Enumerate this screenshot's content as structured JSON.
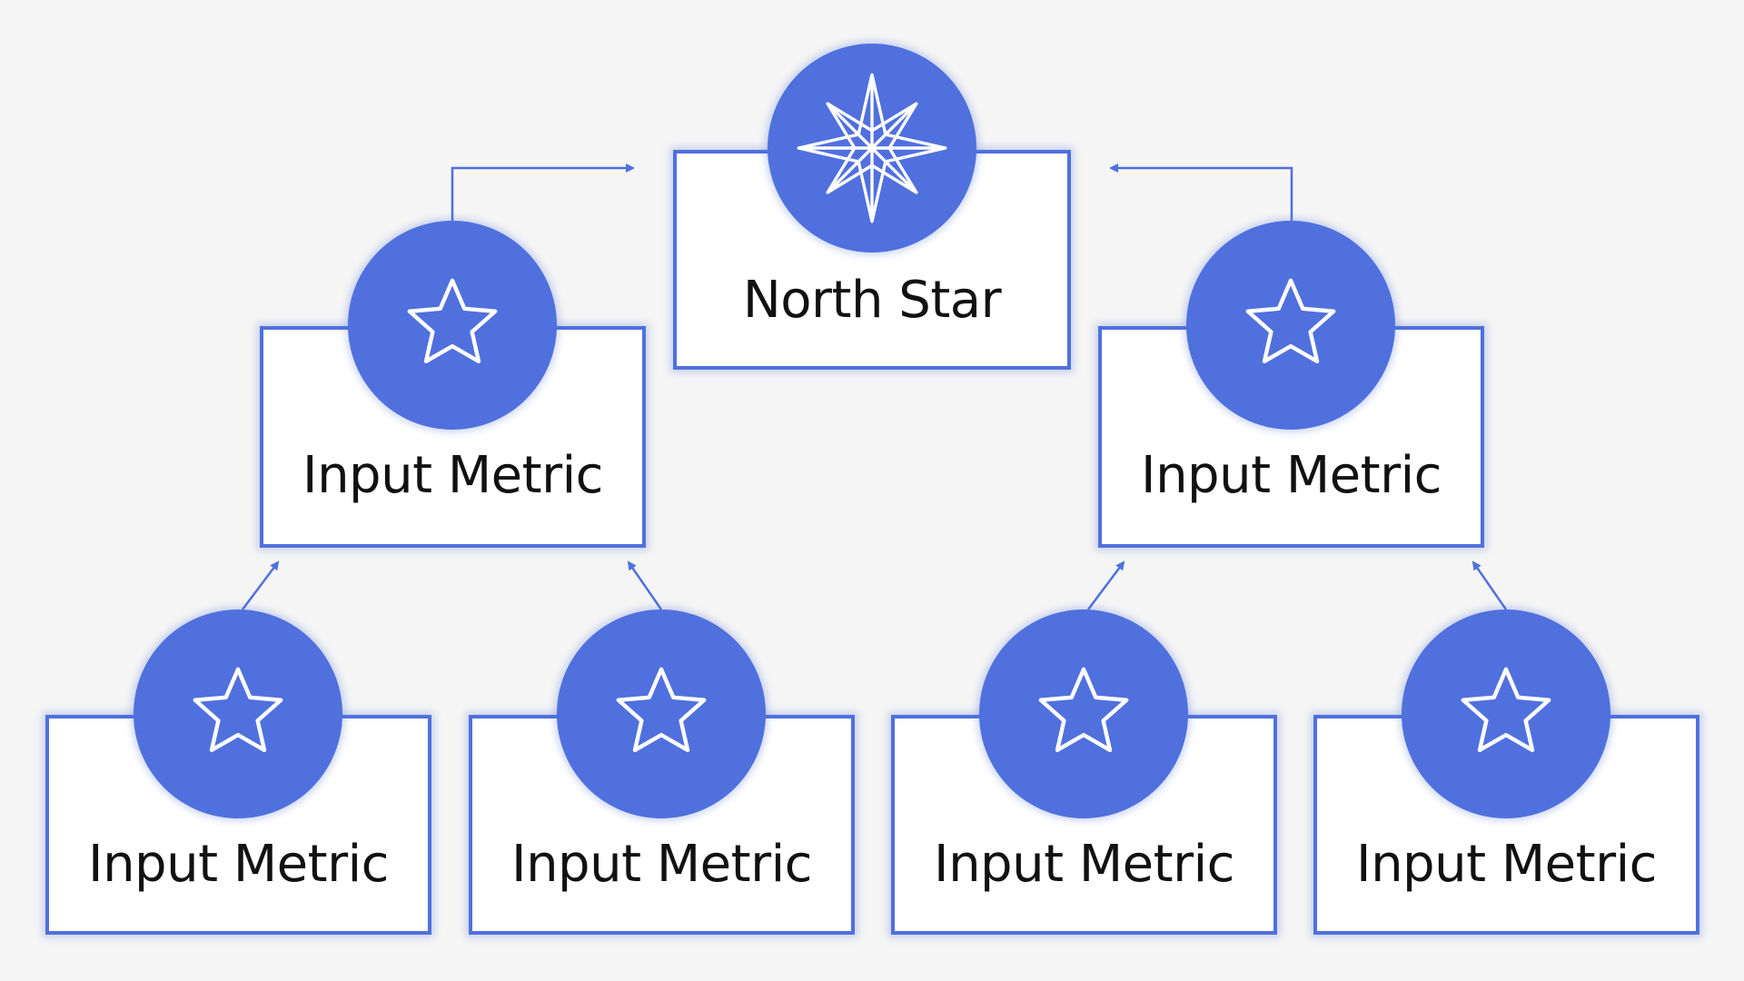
{
  "colors": {
    "accent": "#5070de",
    "background": "#f5f5f5",
    "box_fill": "#ffffff",
    "label_text": "#111111"
  },
  "north_star": {
    "label": "North Star",
    "icon": "compass-rose-star-icon"
  },
  "level_two": [
    {
      "label": "Input Metric",
      "icon": "star-outline-icon"
    },
    {
      "label": "Input Metric",
      "icon": "star-outline-icon"
    }
  ],
  "level_three": [
    {
      "label": "Input Metric",
      "icon": "star-outline-icon"
    },
    {
      "label": "Input Metric",
      "icon": "star-outline-icon"
    },
    {
      "label": "Input Metric",
      "icon": "star-outline-icon"
    },
    {
      "label": "Input Metric",
      "icon": "star-outline-icon"
    }
  ]
}
